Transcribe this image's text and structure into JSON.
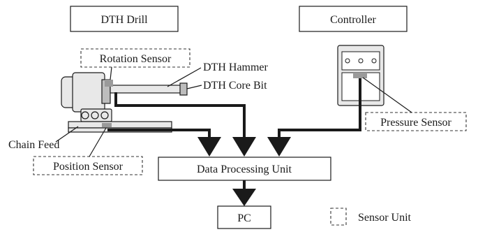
{
  "labels": {
    "dth_drill": "DTH Drill",
    "controller": "Controller",
    "rotation_sensor": "Rotation Sensor",
    "dth_hammer": "DTH Hammer",
    "dth_core_bit": "DTH Core Bit",
    "chain_feed": "Chain Feed",
    "position_sensor": "Position Sensor",
    "pressure_sensor": "Pressure Sensor",
    "data_processing_unit": "Data Processing Unit",
    "pc": "PC",
    "legend_sensor_unit": "Sensor Unit"
  },
  "colors": {
    "line": "#1a1a1a",
    "sensor": "#9a9a9a",
    "machine_fill": "#e8e8e8"
  }
}
